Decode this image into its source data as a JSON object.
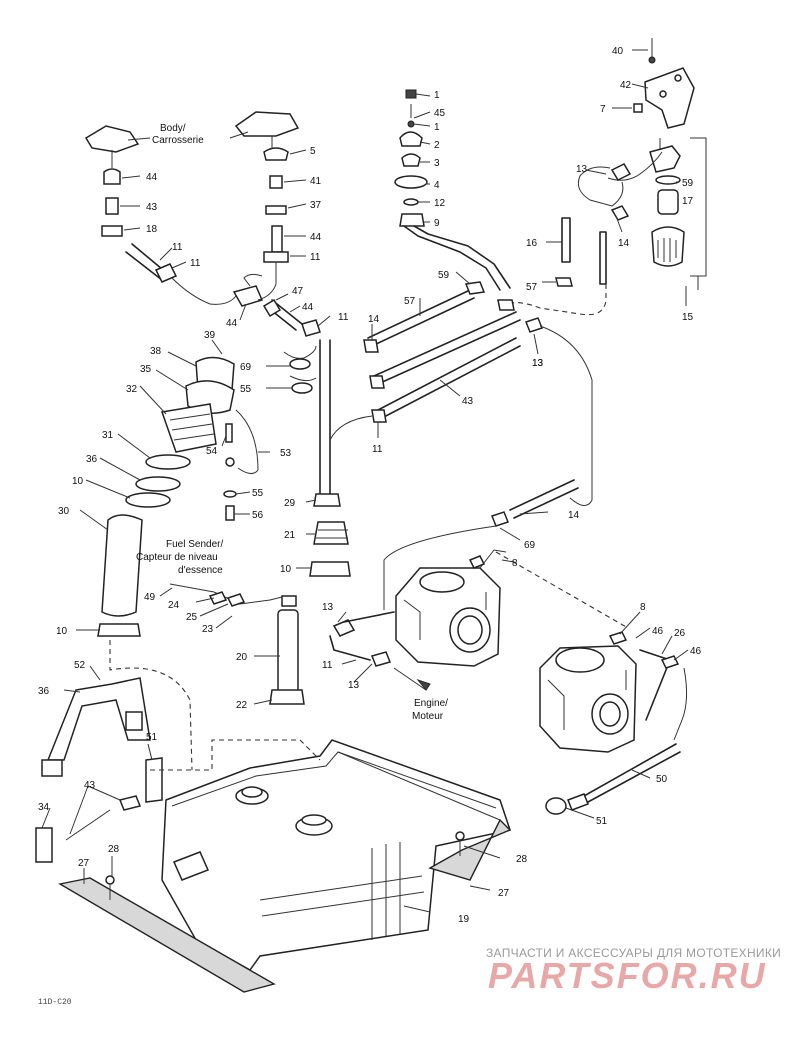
{
  "callouts": [
    "40",
    "42",
    "7",
    "1",
    "45",
    "1",
    "2",
    "3",
    "4",
    "12",
    "9",
    "5",
    "41",
    "37",
    "44",
    "11",
    "44",
    "43",
    "18",
    "11",
    "11",
    "44",
    "47",
    "44",
    "11",
    "13",
    "59",
    "17",
    "16",
    "14",
    "59",
    "57",
    "57",
    "14",
    "69",
    "55",
    "43",
    "11",
    "13",
    "39",
    "38",
    "35",
    "32",
    "31",
    "36",
    "10",
    "30",
    "54",
    "53",
    "55",
    "56",
    "29",
    "21",
    "10",
    "14",
    "69",
    "8",
    "49",
    "24",
    "25",
    "23",
    "20",
    "22",
    "10",
    "13",
    "11",
    "13",
    "8",
    "46",
    "26",
    "46",
    "52",
    "36",
    "51",
    "43",
    "34",
    "28",
    "27",
    "19",
    "28",
    "27",
    "50",
    "51",
    "15",
    "13"
  ],
  "labels": {
    "body": [
      "Body/",
      "Carrosserie"
    ],
    "fuel_sender": [
      "Fuel Sender/",
      "Capteur de niveau",
      "d'essence"
    ],
    "engine": [
      "Engine/",
      "Moteur"
    ]
  },
  "watermark": {
    "line1": "ЗАПЧАСТИ И АКСЕССУАРЫ ДЛЯ МОТОТЕХНИКИ",
    "line2": "PARTSFOR.RU"
  },
  "figure_code": "11D-C20"
}
